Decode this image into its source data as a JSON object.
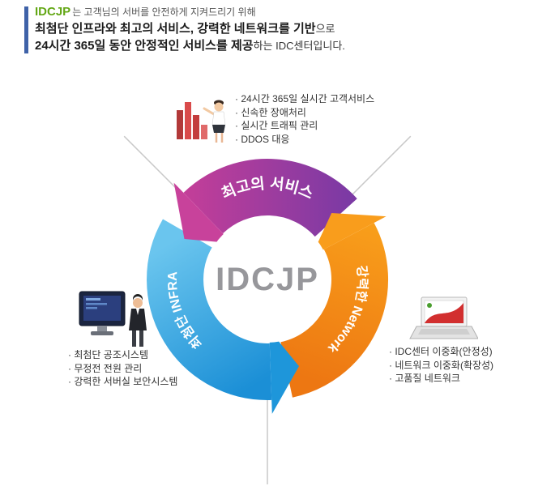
{
  "header": {
    "brand": "IDCJP",
    "line1_rest": "는 고객님의 서버를 안전하게 지켜드리기 위해",
    "line2_bold": "최첨단 인프라와 최고의 서비스, 강력한 네트워크를 기반",
    "line2_rest": "으로",
    "line3_bold": "24시간 365일 동안 안정적인 서비스를 제공",
    "line3_rest": "하는 IDC센터입니다."
  },
  "diagram": {
    "center_label": "IDCJP",
    "segments": [
      {
        "id": "service",
        "label": "최고의 서비스",
        "color_from": "#c63e98",
        "color_to": "#7c3aa4"
      },
      {
        "id": "network",
        "label": "강력한 Network",
        "color_from": "#f9a01b",
        "color_to": "#ed7712"
      },
      {
        "id": "infra",
        "label": "최첨단 INFRA",
        "color_from": "#6ac5ee",
        "color_to": "#1b8fd6"
      }
    ]
  },
  "callouts": {
    "service": {
      "items": [
        "· 24시간 365일 실시간 고객서비스",
        "· 신속한 장애처리",
        "· 실시간 트래픽 관리",
        "· DDOS 대응"
      ]
    },
    "infra": {
      "items": [
        "· 최첨단 공조시스템",
        "· 무정전 전원 관리",
        "· 강력한 서버실 보안시스템"
      ]
    },
    "network": {
      "items": [
        "· IDC센터 이중화(안정성)",
        "· 네트워크 이중화(확장성)",
        "· 고품질 네트워크"
      ]
    }
  },
  "icons": {
    "service": "presenter-with-bar-chart-icon",
    "infra": "monitor-with-admin-icon",
    "network": "laptop-icon"
  },
  "colors": {
    "accent_bar": "#3f62a8",
    "brand_green": "#63a715",
    "center_text": "#97979b",
    "radial_lines": "#c9c9c9"
  }
}
